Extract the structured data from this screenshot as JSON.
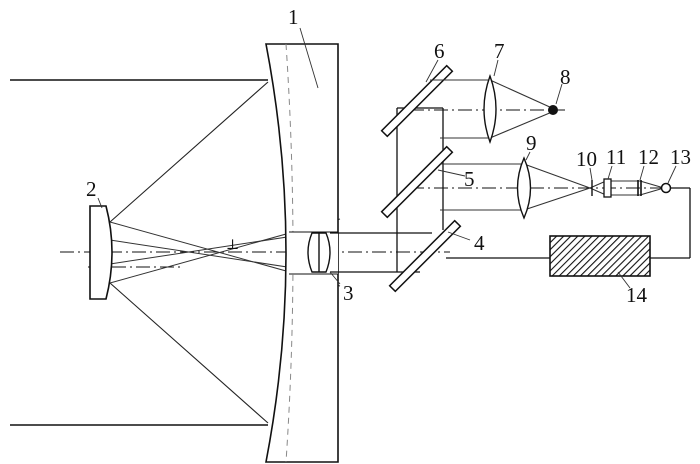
{
  "labels": {
    "l1": "1",
    "l2": "2",
    "l3": "3",
    "l4": "4",
    "l5": "5",
    "l6": "6",
    "l7": "7",
    "l8": "8",
    "l9": "9",
    "l10": "10",
    "l11": "11",
    "l12": "12",
    "l13": "13",
    "l14": "14",
    "focus_mark": "⊥"
  },
  "colors": {
    "line": "#111111",
    "ray": "#444444",
    "dim": "#777777",
    "background": "#ffffff"
  }
}
